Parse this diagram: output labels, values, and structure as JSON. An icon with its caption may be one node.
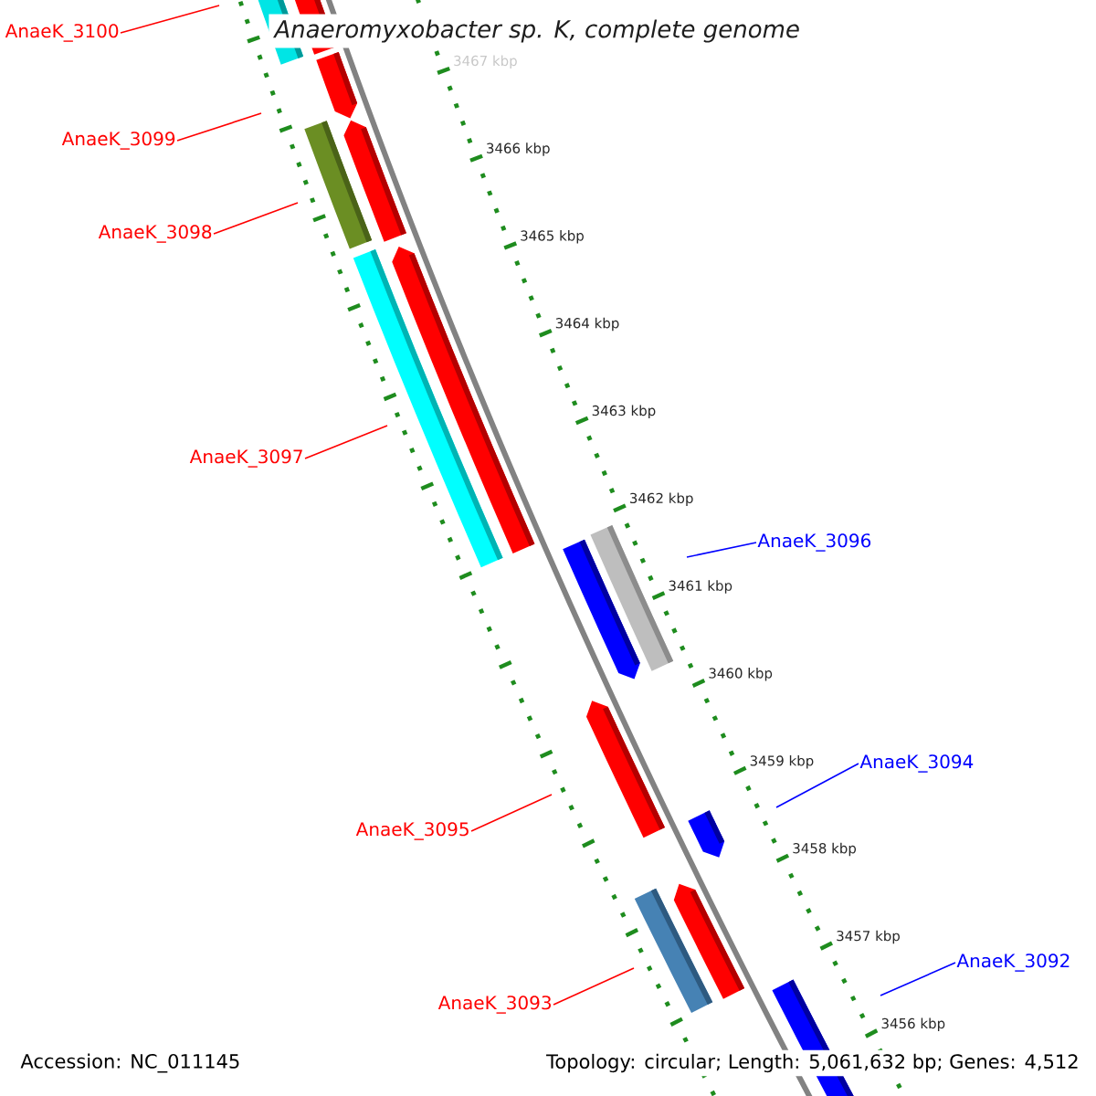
{
  "diagram": {
    "title": "Anaeromyxobacter sp. K, complete genome",
    "nodes": [
      {
        "text": [
          "AnaeK_3100"
        ]
      },
      {
        "text": [
          "AnaeK_3099"
        ]
      },
      {
        "text": [
          "AnaeK_3098"
        ]
      },
      {
        "text": [
          "AnaeK_3097"
        ]
      },
      {
        "text": [
          "AnaeK_3096"
        ]
      },
      {
        "text": [
          "AnaeK_3094"
        ]
      },
      {
        "text": [
          "AnaeK_3095"
        ]
      },
      {
        "text": [
          "AnaeK_3092"
        ]
      },
      {
        "text": [
          "AnaeK_3093"
        ]
      }
    ],
    "edges": [
      {
        "from": 0,
        "to": null,
        "arrow": "none"
      },
      {
        "from": 1,
        "to": null,
        "arrow": "none"
      },
      {
        "from": 2,
        "to": null,
        "arrow": "none"
      },
      {
        "from": 3,
        "to": null,
        "arrow": "none"
      },
      {
        "from": 4,
        "to": null,
        "arrow": "none",
        "color": "#0000ff"
      },
      {
        "from": 5,
        "to": null,
        "arrow": "none",
        "color": "#0000ff"
      },
      {
        "from": 6,
        "to": null,
        "arrow": "none"
      },
      {
        "from": 7,
        "to": null,
        "arrow": "none",
        "color": "#0000ff"
      },
      {
        "from": 8,
        "to": null,
        "arrow": "none"
      }
    ],
    "labels": [
      "3467 kbp",
      "3466 kbp",
      "3465 kbp",
      "3464 kbp",
      "3463 kbp",
      "3462 kbp",
      "3461 kbp",
      "3460 kbp",
      "3459 kbp",
      "3458 kbp",
      "3457 kbp",
      "3456 kbp",
      "Accession: NC_011145",
      "Topology: circular; Length: 5,061,632 bp; Genes: 4,512"
    ]
  }
}
